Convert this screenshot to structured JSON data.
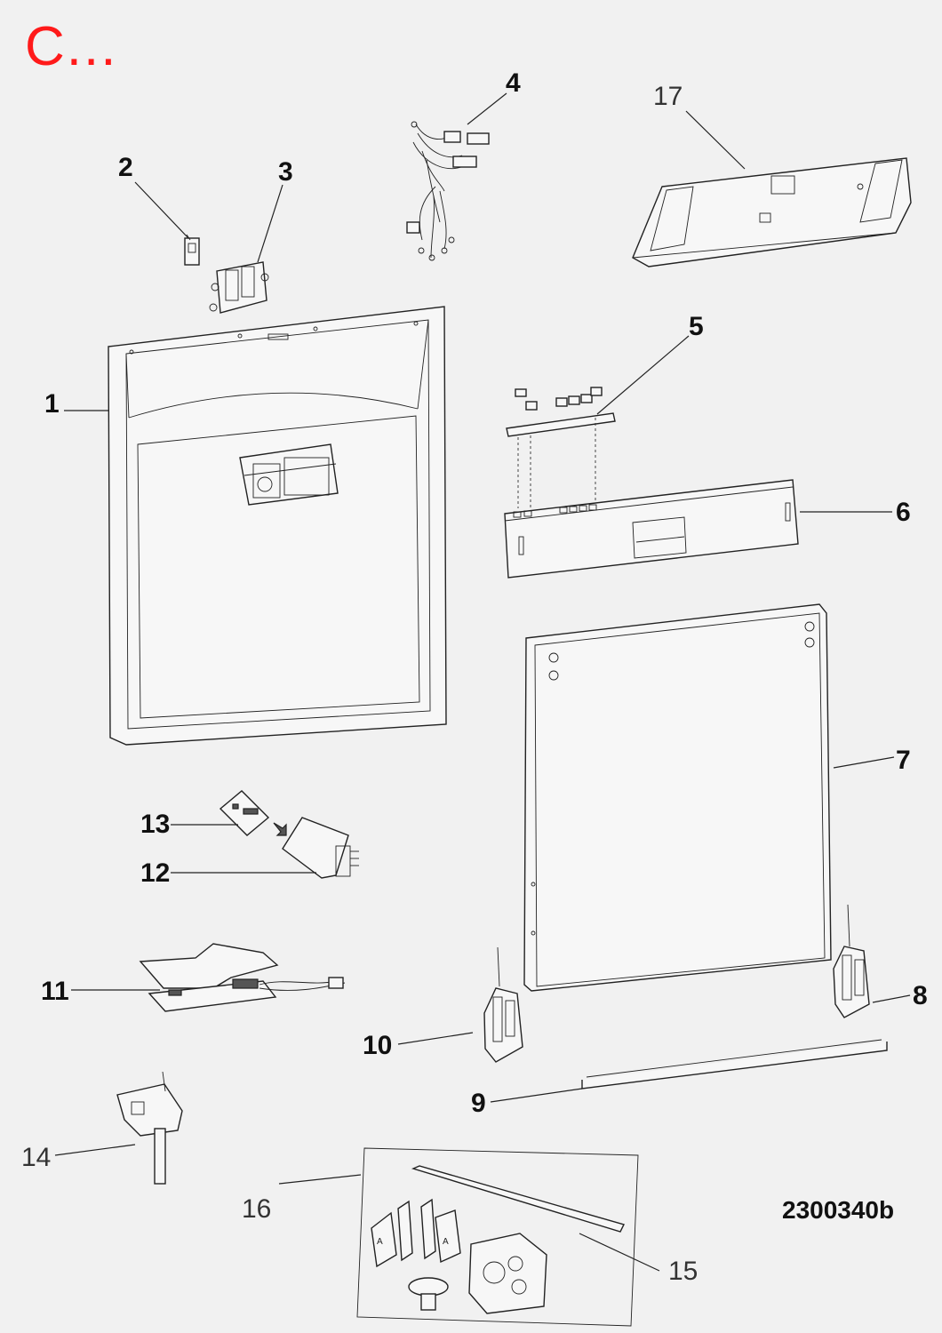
{
  "corner_title": "C...",
  "drawing_code": "2300340b",
  "labels": [
    {
      "id": "1",
      "text": "1",
      "bold": true
    },
    {
      "id": "2",
      "text": "2",
      "bold": true
    },
    {
      "id": "3",
      "text": "3",
      "bold": true
    },
    {
      "id": "4",
      "text": "4",
      "bold": true
    },
    {
      "id": "5",
      "text": "5",
      "bold": true
    },
    {
      "id": "6",
      "text": "6",
      "bold": true
    },
    {
      "id": "7",
      "text": "7",
      "bold": true
    },
    {
      "id": "8",
      "text": "8",
      "bold": true
    },
    {
      "id": "9",
      "text": "9",
      "bold": true
    },
    {
      "id": "10",
      "text": "10",
      "bold": true
    },
    {
      "id": "11",
      "text": "11",
      "bold": true
    },
    {
      "id": "12",
      "text": "12",
      "bold": true
    },
    {
      "id": "13",
      "text": "13",
      "bold": true
    },
    {
      "id": "14",
      "text": "14",
      "bold": false
    },
    {
      "id": "15",
      "text": "15",
      "bold": false
    },
    {
      "id": "16",
      "text": "16",
      "bold": false
    },
    {
      "id": "17",
      "text": "17",
      "bold": false
    }
  ],
  "colors": {
    "corner_title": "#ff1a1a",
    "background": "#f1f1f1",
    "linework": "#222222"
  }
}
